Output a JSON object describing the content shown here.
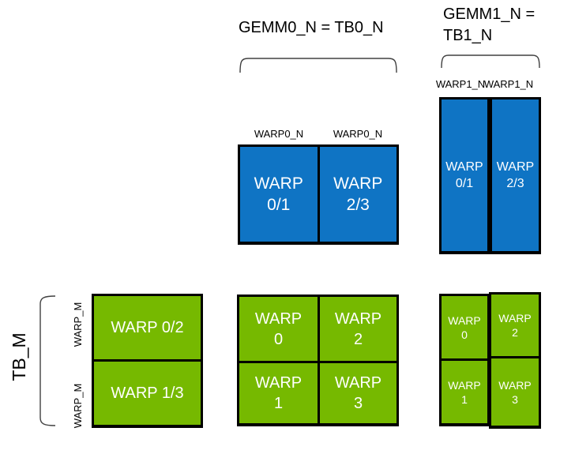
{
  "colors": {
    "background": "#ffffff",
    "blue": "#0f74c4",
    "green": "#76b900",
    "box_border": "#000000",
    "bracket": "#404040",
    "cell_text": "#ffffff",
    "label_text": "#000000"
  },
  "titles": {
    "gemm0": "GEMM0_N = TB0_N",
    "gemm1_line1": "GEMM1_N =",
    "gemm1_line2": "TB1_N"
  },
  "side_labels": {
    "tb_m": "TB_M",
    "warp_m_top": "WARP_M",
    "warp_m_bottom": "WARP_M",
    "warp0_n_left": "WARP0_N",
    "warp0_n_right": "WARP0_N",
    "warp1_n_left": "WARP1_N",
    "warp1_n_right": "WARP1_N"
  },
  "blue_wide_box": {
    "left_cell": {
      "line1": "WARP",
      "line2": "0/1"
    },
    "right_cell": {
      "line1": "WARP",
      "line2": "2/3"
    }
  },
  "blue_tall_box": {
    "left_cell": {
      "line1": "WARP",
      "line2": "0/1"
    },
    "right_cell": {
      "line1": "WARP",
      "line2": "2/3"
    }
  },
  "green_left_box": {
    "top_cell": "WARP 0/2",
    "bottom_cell": "WARP 1/3"
  },
  "green_mid_box": {
    "top_left": {
      "line1": "WARP",
      "line2": "0"
    },
    "top_right": {
      "line1": "WARP",
      "line2": "2"
    },
    "bottom_left": {
      "line1": "WARP",
      "line2": "1"
    },
    "bottom_right": {
      "line1": "WARP",
      "line2": "3"
    }
  },
  "green_right_box": {
    "top_left": {
      "line1": "WARP",
      "line2": "0"
    },
    "top_right": {
      "line1": "WARP",
      "line2": "2"
    },
    "bottom_left": {
      "line1": "WARP",
      "line2": "1"
    },
    "bottom_right": {
      "line1": "WARP",
      "line2": "3"
    }
  }
}
